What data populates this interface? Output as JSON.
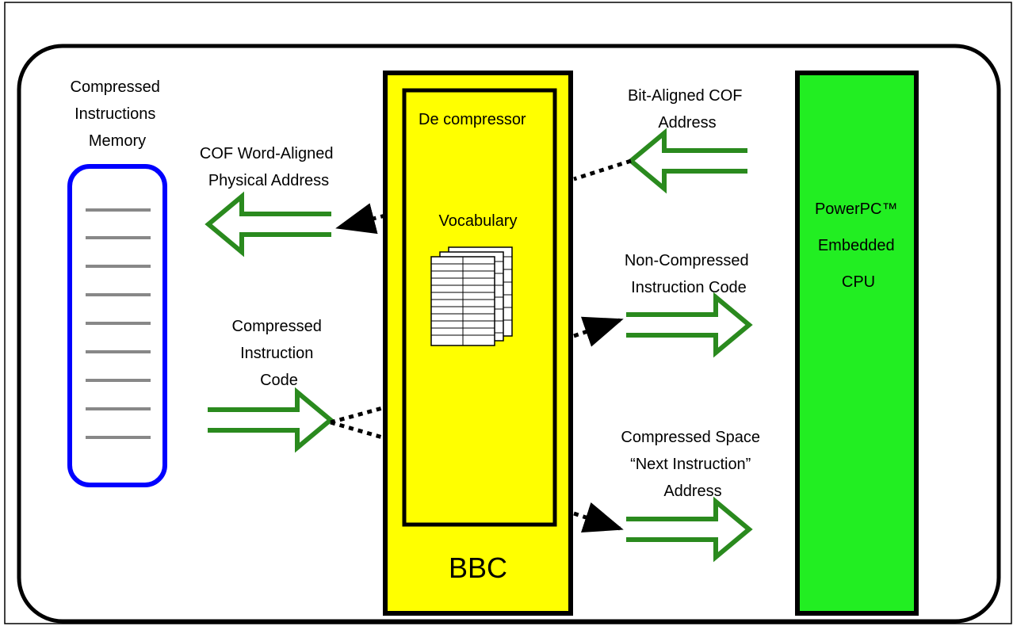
{
  "labels": {
    "memory": [
      "Compressed",
      "Instructions",
      "Memory"
    ],
    "cof_word_aligned": [
      "COF Word-Aligned",
      "Physical Address"
    ],
    "compressed_code": [
      "Compressed",
      "Instruction",
      "Code"
    ],
    "decompressor": "De compressor",
    "vocabulary": "Vocabulary",
    "bbc": "BBC",
    "bit_aligned": [
      "Bit-Aligned COF",
      "Address"
    ],
    "non_compressed": [
      "Non-Compressed",
      "Instruction Code"
    ],
    "next_instruction": [
      "Compressed Space",
      "“Next Instruction”",
      "Address"
    ],
    "cpu": [
      "PowerPC™",
      "Embedded",
      "CPU"
    ]
  },
  "colors": {
    "memory_border": "#0000ff",
    "memory_lines": "#888888",
    "arrow_green": "#2a8a1e",
    "bbc_fill": "#ffff00",
    "cpu_fill": "#22ee22",
    "outline": "#000000"
  }
}
